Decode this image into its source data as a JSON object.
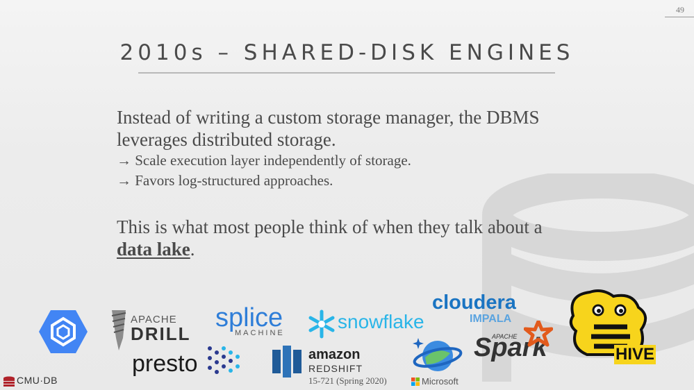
{
  "slide": {
    "page_number": "49",
    "title": "2010s – SHARED-DISK ENGINES",
    "para1": "Instead of writing a custom storage manager, the DBMS leverages distributed storage.",
    "bullets": [
      "→ Scale execution layer independently of storage.",
      "→ Favors log-structured approaches."
    ],
    "para2_prefix": "This is what most people think of when they talk about a ",
    "para2_strong": "data lake",
    "para2_suffix": "."
  },
  "logos": {
    "apache_drill_top": "APACHE",
    "apache_drill_bottom": "DRILL",
    "splice_top": "splice",
    "splice_bottom": "MACHINE",
    "snowflake": "snowflake",
    "cloudera": "cloudera",
    "impala": "IMPALA",
    "presto": "presto",
    "amazon": "amazon",
    "redshift": "REDSHIFT",
    "microsoft": "Microsoft",
    "spark_apache": "APACHE",
    "spark": "Spark",
    "hive": "HIVE"
  },
  "footer": {
    "course": "15-721 (Spring 2020)",
    "brand": "CMU·DB"
  },
  "colors": {
    "text": "#4a4a4a",
    "google_blue": "#4285f4",
    "splice_blue": "#2f7ed8",
    "snowflake_blue": "#29b5e8",
    "cloudera_blue": "#1a74c2",
    "spark_orange": "#e25a1c",
    "hive_yellow": "#f7d41c",
    "cmu_red": "#b0222a"
  }
}
